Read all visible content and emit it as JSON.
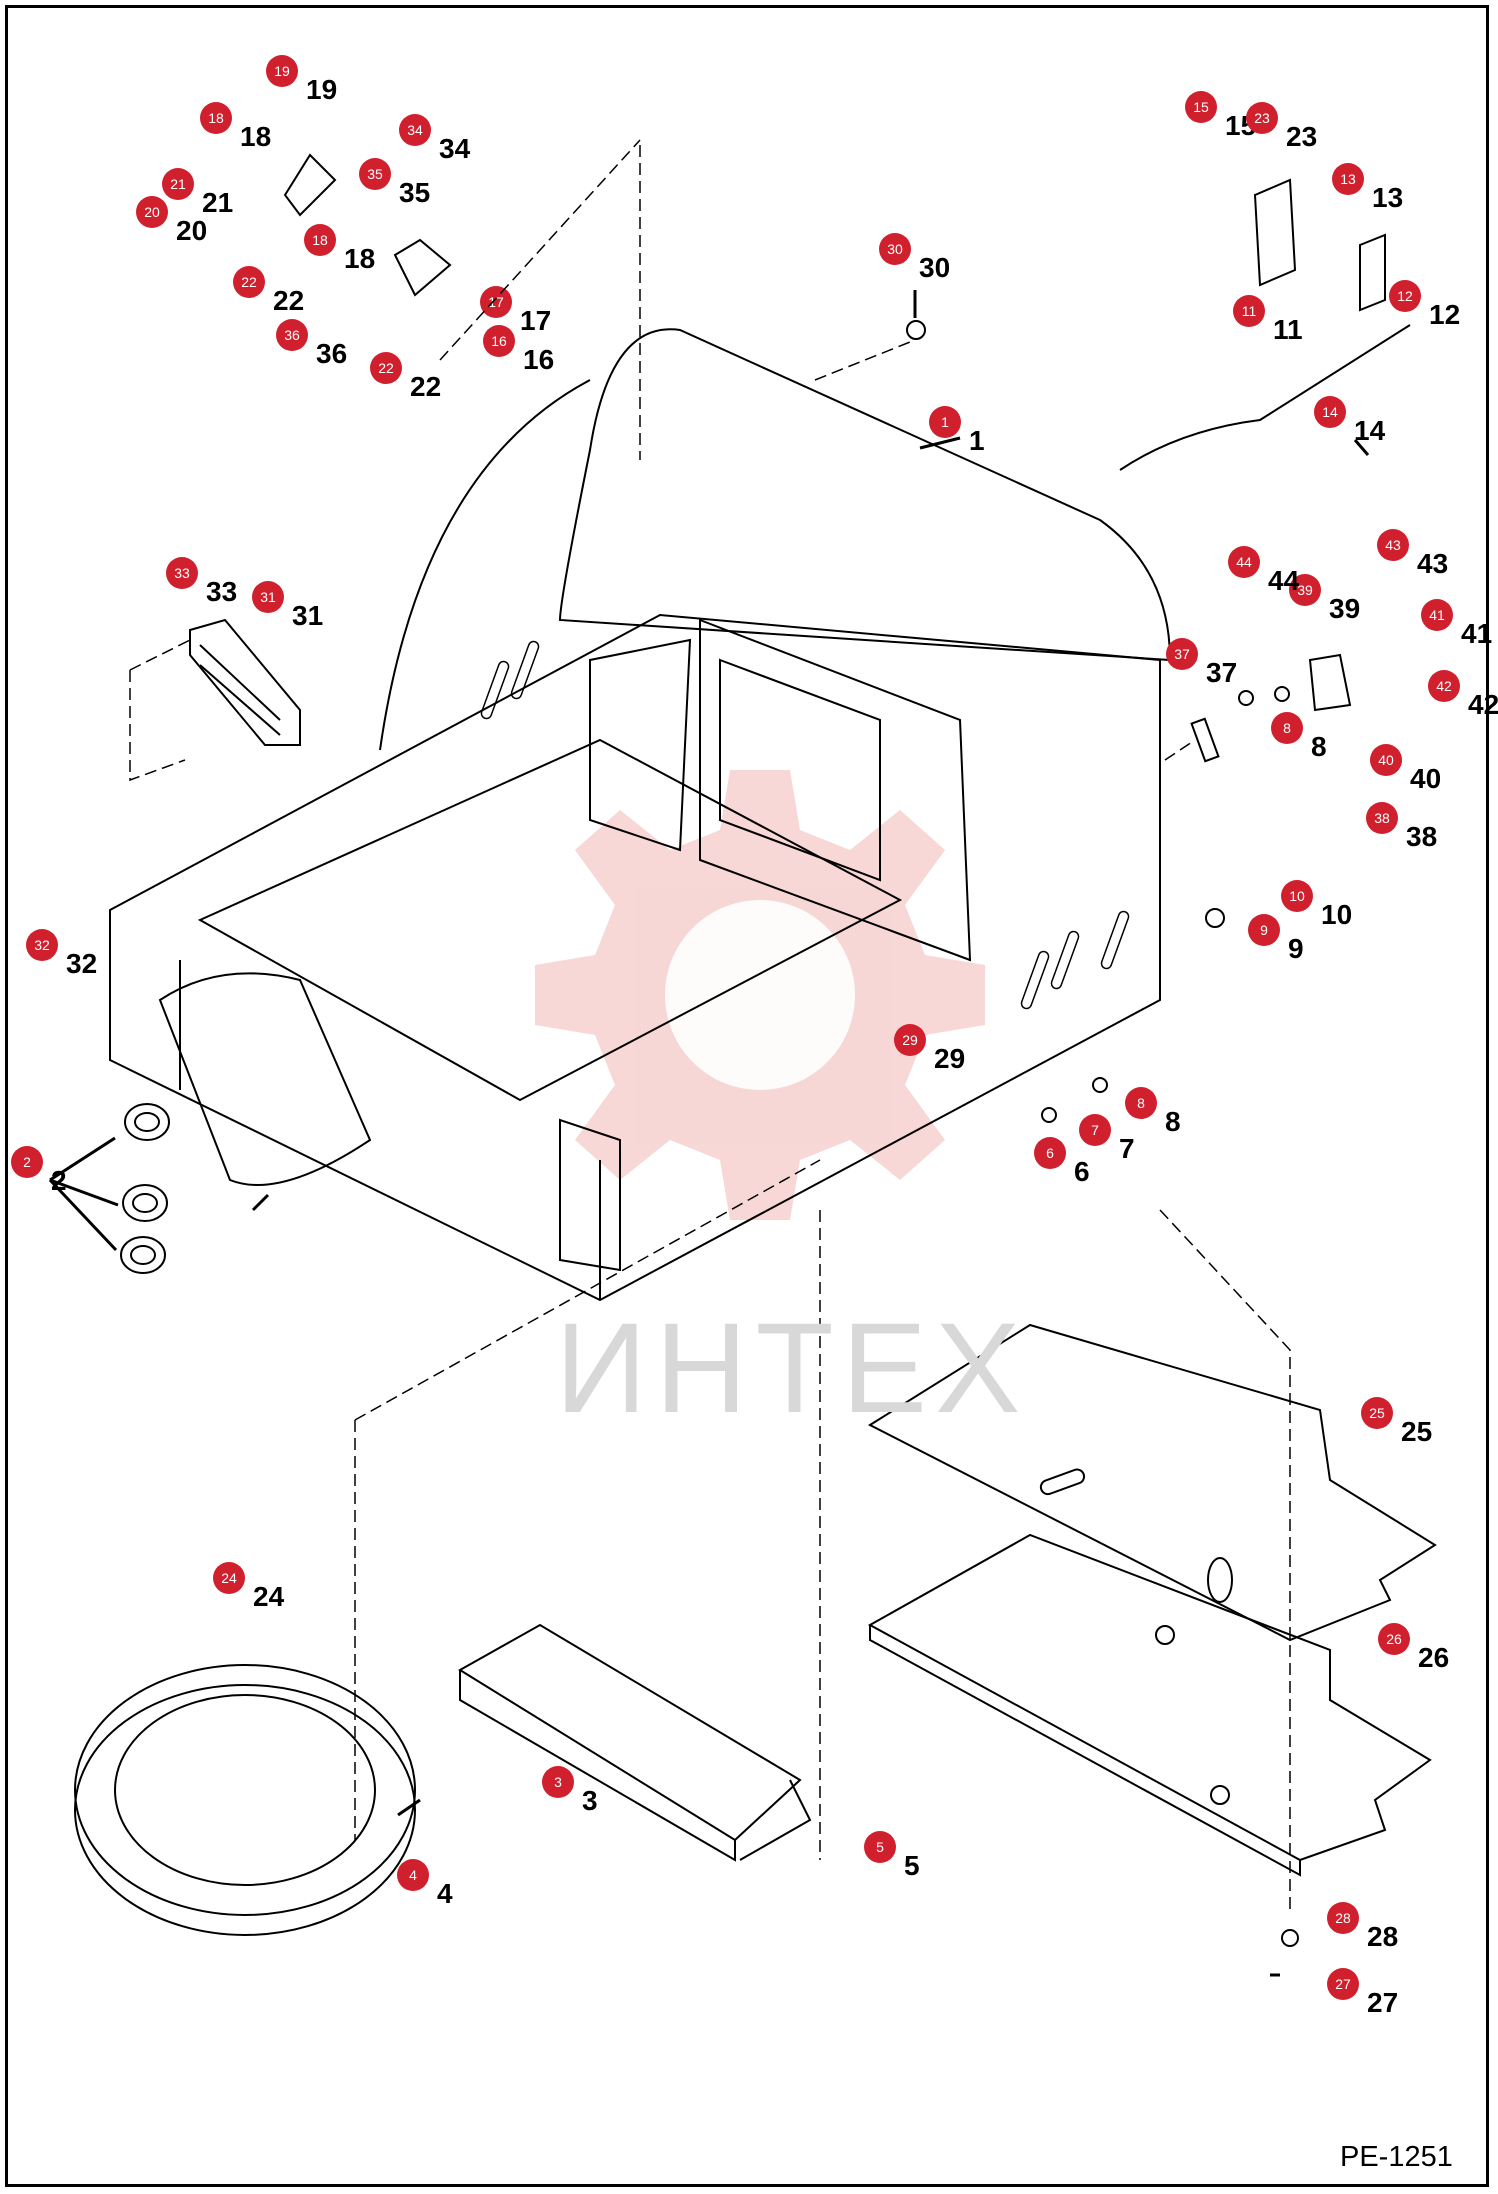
{
  "diagram": {
    "sheet_id": "PE-1251",
    "watermark": "ИНТЕХ",
    "callouts": [
      {
        "id": "1",
        "label": "1"
      },
      {
        "id": "2",
        "label": "2"
      },
      {
        "id": "3",
        "label": "3"
      },
      {
        "id": "4",
        "label": "4"
      },
      {
        "id": "5",
        "label": "5"
      },
      {
        "id": "6",
        "label": "6"
      },
      {
        "id": "7",
        "label": "7"
      },
      {
        "id": "8a",
        "label": "8"
      },
      {
        "id": "8b",
        "label": "8"
      },
      {
        "id": "9",
        "label": "9"
      },
      {
        "id": "10",
        "label": "10"
      },
      {
        "id": "11",
        "label": "11"
      },
      {
        "id": "12",
        "label": "12"
      },
      {
        "id": "13",
        "label": "13"
      },
      {
        "id": "14",
        "label": "14"
      },
      {
        "id": "15",
        "label": "15"
      },
      {
        "id": "16",
        "label": "16"
      },
      {
        "id": "17",
        "label": "17"
      },
      {
        "id": "18a",
        "label": "18"
      },
      {
        "id": "18b",
        "label": "18"
      },
      {
        "id": "19",
        "label": "19"
      },
      {
        "id": "20",
        "label": "20"
      },
      {
        "id": "21",
        "label": "21"
      },
      {
        "id": "22a",
        "label": "22"
      },
      {
        "id": "22b",
        "label": "22"
      },
      {
        "id": "23",
        "label": "23"
      },
      {
        "id": "24",
        "label": "24"
      },
      {
        "id": "25",
        "label": "25"
      },
      {
        "id": "26",
        "label": "26"
      },
      {
        "id": "27",
        "label": "27"
      },
      {
        "id": "28",
        "label": "28"
      },
      {
        "id": "29",
        "label": "29"
      },
      {
        "id": "30",
        "label": "30"
      },
      {
        "id": "31",
        "label": "31"
      },
      {
        "id": "32",
        "label": "32"
      },
      {
        "id": "33",
        "label": "33"
      },
      {
        "id": "34",
        "label": "34"
      },
      {
        "id": "35",
        "label": "35"
      },
      {
        "id": "36",
        "label": "36"
      },
      {
        "id": "37",
        "label": "37"
      },
      {
        "id": "38",
        "label": "38"
      },
      {
        "id": "39",
        "label": "39"
      },
      {
        "id": "40",
        "label": "40"
      },
      {
        "id": "41",
        "label": "41"
      },
      {
        "id": "42",
        "label": "42"
      },
      {
        "id": "43",
        "label": "43"
      },
      {
        "id": "44",
        "label": "44"
      }
    ],
    "colors": {
      "line": "#000000",
      "badge": "#d0202e",
      "badge_text": "#ffffff",
      "watermark": "#f2b6b6"
    }
  }
}
